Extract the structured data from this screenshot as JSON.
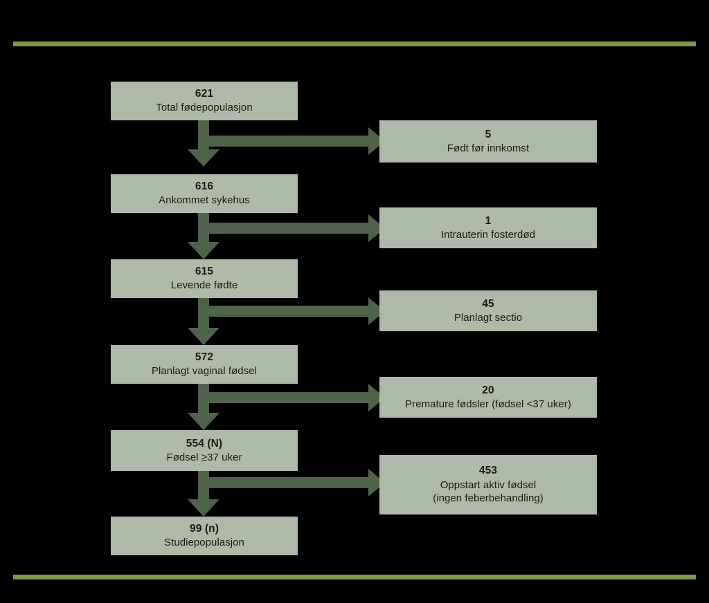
{
  "figure": {
    "kind": "flow-diagram",
    "background_color": "#000000",
    "box_fill_color": "#AFB9A8",
    "arrow_color": "#4E6349",
    "rule_color": "#7B9B45",
    "text_color": "#1A1A14"
  },
  "rules": {
    "top_label": "top-divider-rule",
    "bottom_label": "bottom-divider-rule"
  },
  "main_nodes": [
    {
      "count": "621",
      "label": "Total fødepopulasjon"
    },
    {
      "count": "616",
      "label": "Ankommet sykehus"
    },
    {
      "count": "615",
      "label": "Levende fødte"
    },
    {
      "count": "572",
      "label": "Planlagt vaginal fødsel"
    },
    {
      "count": "554 (N)",
      "label": "Fødsel ≥37 uker"
    },
    {
      "count": "99 (n)",
      "label": "Studiepopulasjon"
    }
  ],
  "side_nodes": [
    {
      "count": "5",
      "label": "Født før innkomst"
    },
    {
      "count": "1",
      "label": "Intrauterin fosterdød"
    },
    {
      "count": "45",
      "label": "Planlagt sectio"
    },
    {
      "count": "20",
      "label": "Premature fødsler (fødsel <37 uker)"
    },
    {
      "count": "453",
      "label": "Oppstart aktiv fødsel\n(ingen feberbehandling)"
    }
  ]
}
